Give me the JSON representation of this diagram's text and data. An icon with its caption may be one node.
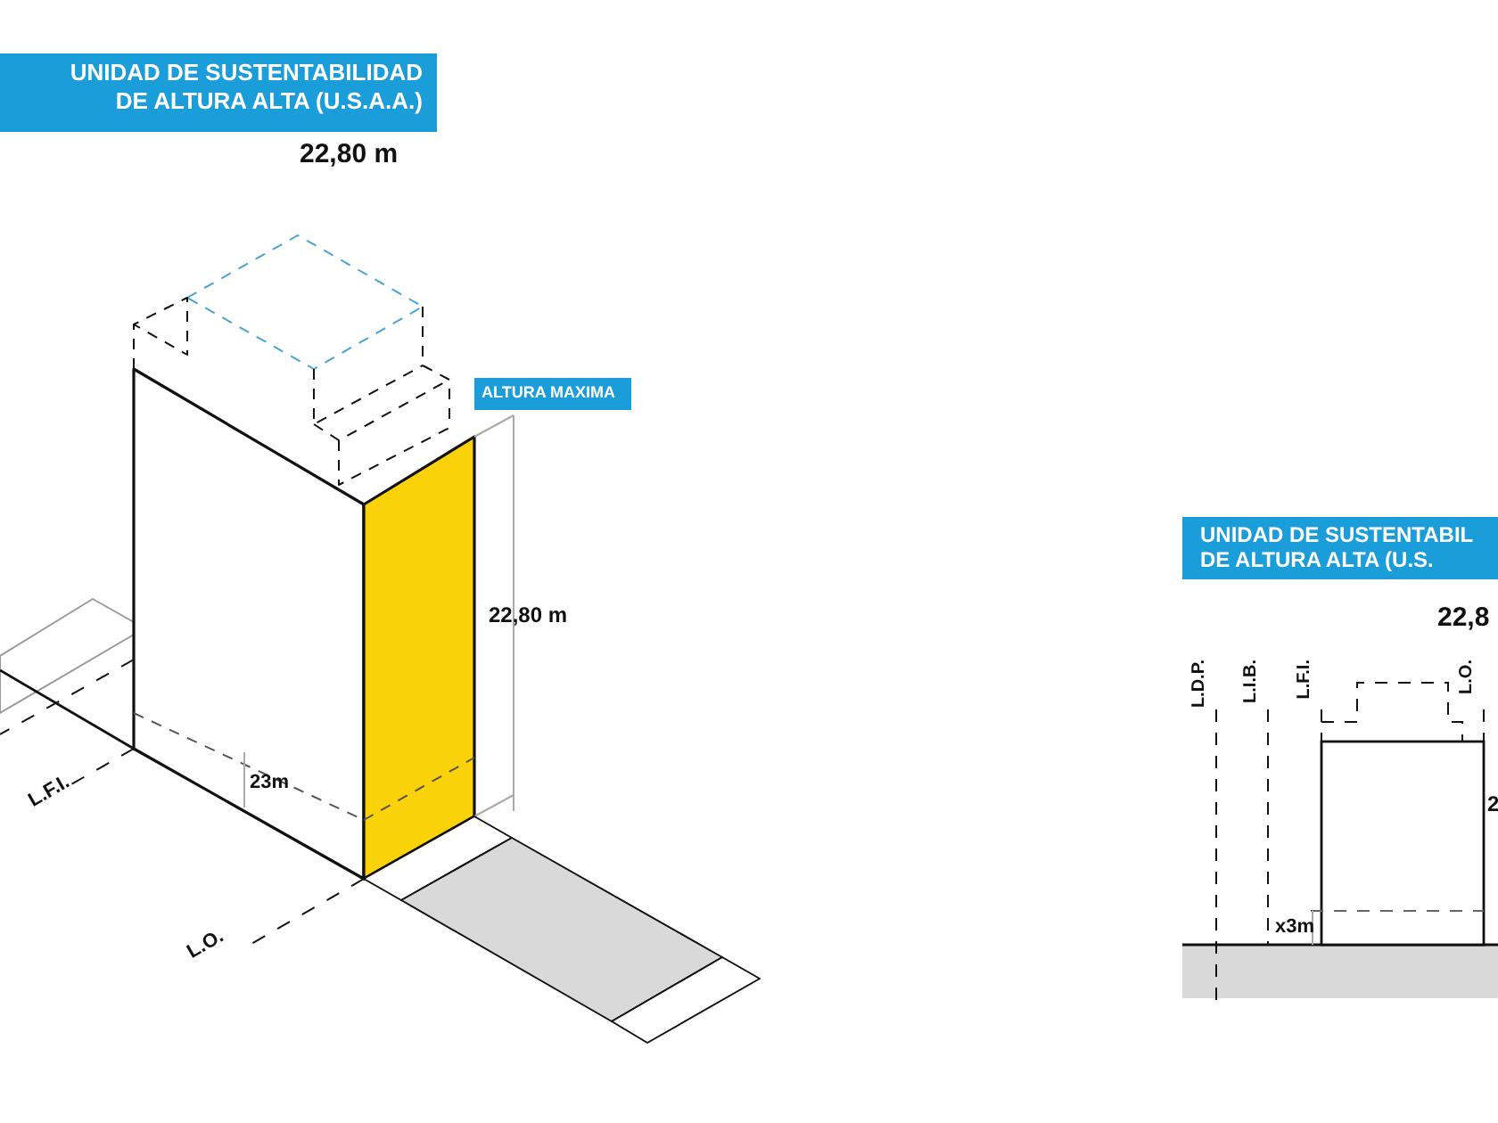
{
  "diagram": {
    "nodes": [
      {
        "text": [
          "UNIDAD DE SUSTENTABILIDAD DE ALTURA ALTA (U.S.A.A.)"
        ],
        "beside": [
          "22,80 m"
        ]
      },
      {
        "text": [
          "ALTURA MAXIMA"
        ]
      },
      {
        "text": [
          "UNIDAD DE SUSTENTABIL DE ALTURA ALTA (U.S."
        ],
        "beside": [
          "22,8"
        ]
      }
    ],
    "labels": [
      "22,80 m",
      "23m",
      "L.F.I.",
      "L.O.",
      "L.D.P.",
      "L.I.B.",
      "L.F.I.",
      "L.O.",
      "x3m",
      "2"
    ]
  }
}
